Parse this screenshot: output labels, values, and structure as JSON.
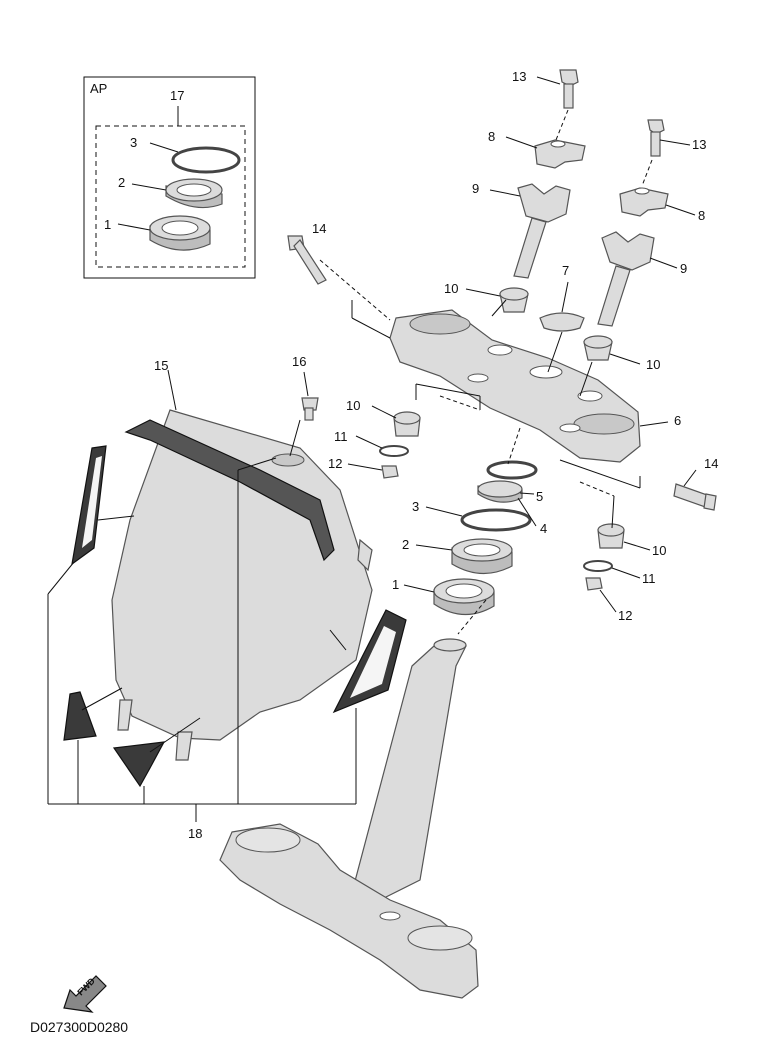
{
  "diagram": {
    "box_label": "AP",
    "drawing_code": "D027300D0280",
    "fwd_label": "FWD",
    "callouts": [
      {
        "id": "c17a",
        "text": "17"
      },
      {
        "id": "c3a",
        "text": "3"
      },
      {
        "id": "c2a",
        "text": "2"
      },
      {
        "id": "c1a",
        "text": "1"
      },
      {
        "id": "c13a",
        "text": "13"
      },
      {
        "id": "c8a",
        "text": "8"
      },
      {
        "id": "c13b",
        "text": "13"
      },
      {
        "id": "c9a",
        "text": "9"
      },
      {
        "id": "c8b",
        "text": "8"
      },
      {
        "id": "c9b",
        "text": "9"
      },
      {
        "id": "c14a",
        "text": "14"
      },
      {
        "id": "c10a",
        "text": "10"
      },
      {
        "id": "c7",
        "text": "7"
      },
      {
        "id": "c10b",
        "text": "10"
      },
      {
        "id": "c15",
        "text": "15"
      },
      {
        "id": "c16",
        "text": "16"
      },
      {
        "id": "c10c",
        "text": "10"
      },
      {
        "id": "c6",
        "text": "6"
      },
      {
        "id": "c11a",
        "text": "11"
      },
      {
        "id": "c12a",
        "text": "12"
      },
      {
        "id": "c14b",
        "text": "14"
      },
      {
        "id": "c5",
        "text": "5"
      },
      {
        "id": "c3b",
        "text": "3"
      },
      {
        "id": "c4",
        "text": "4"
      },
      {
        "id": "c2b",
        "text": "2"
      },
      {
        "id": "c10d",
        "text": "10"
      },
      {
        "id": "c1b",
        "text": "1"
      },
      {
        "id": "c11b",
        "text": "11"
      },
      {
        "id": "c12b",
        "text": "12"
      },
      {
        "id": "c18",
        "text": "18"
      }
    ]
  }
}
